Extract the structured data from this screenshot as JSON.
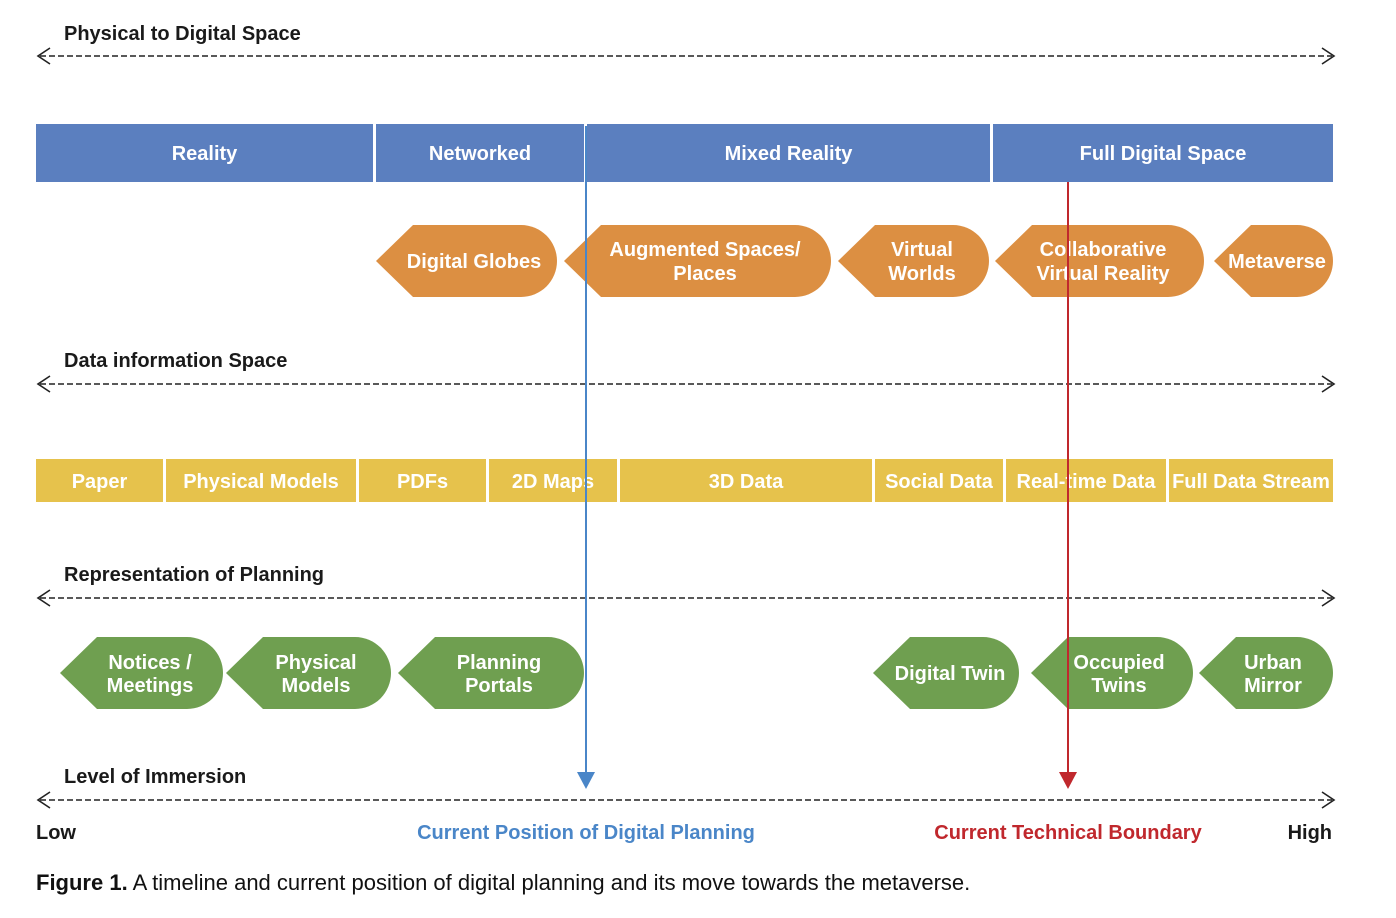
{
  "sections": {
    "physical": "Physical to Digital Space",
    "data": "Data information Space",
    "planning": "Representation of Planning",
    "immersion": "Level of Immersion"
  },
  "blue_band": [
    "Reality",
    "Networked",
    "Mixed Reality",
    "Full Digital Space"
  ],
  "orange_shapes": [
    [
      "Digital Globes"
    ],
    [
      "Augmented Spaces/",
      "Places"
    ],
    [
      "Virtual",
      "Worlds"
    ],
    [
      "Collaborative",
      "Virtual Reality"
    ],
    [
      "Metaverse"
    ]
  ],
  "yellow_band": [
    "Paper",
    "Physical Models",
    "PDFs",
    "2D Maps",
    "3D Data",
    "Social Data",
    "Real-time Data",
    "Full Data Stream"
  ],
  "green_shapes": [
    [
      "Notices /",
      "Meetings"
    ],
    [
      "Physical",
      "Models"
    ],
    [
      "Planning",
      "Portals"
    ],
    [
      "Digital Twin"
    ],
    [
      "Occupied",
      "Twins"
    ],
    [
      "Urban",
      "Mirror"
    ]
  ],
  "axis": {
    "low": "Low",
    "high": "High",
    "current_position": "Current Position of Digital Planning",
    "technical_boundary": "Current Technical Boundary"
  },
  "caption": {
    "label": "Figure 1.",
    "text": " A timeline and current position of digital planning and its move towards the metaverse."
  },
  "colors": {
    "blue_band": "#5b7fbf",
    "orange": "#dc8f42",
    "yellow": "#e6c24c",
    "green": "#6f9f50",
    "current_line": "#4a86c8",
    "boundary_line": "#c0282d"
  }
}
